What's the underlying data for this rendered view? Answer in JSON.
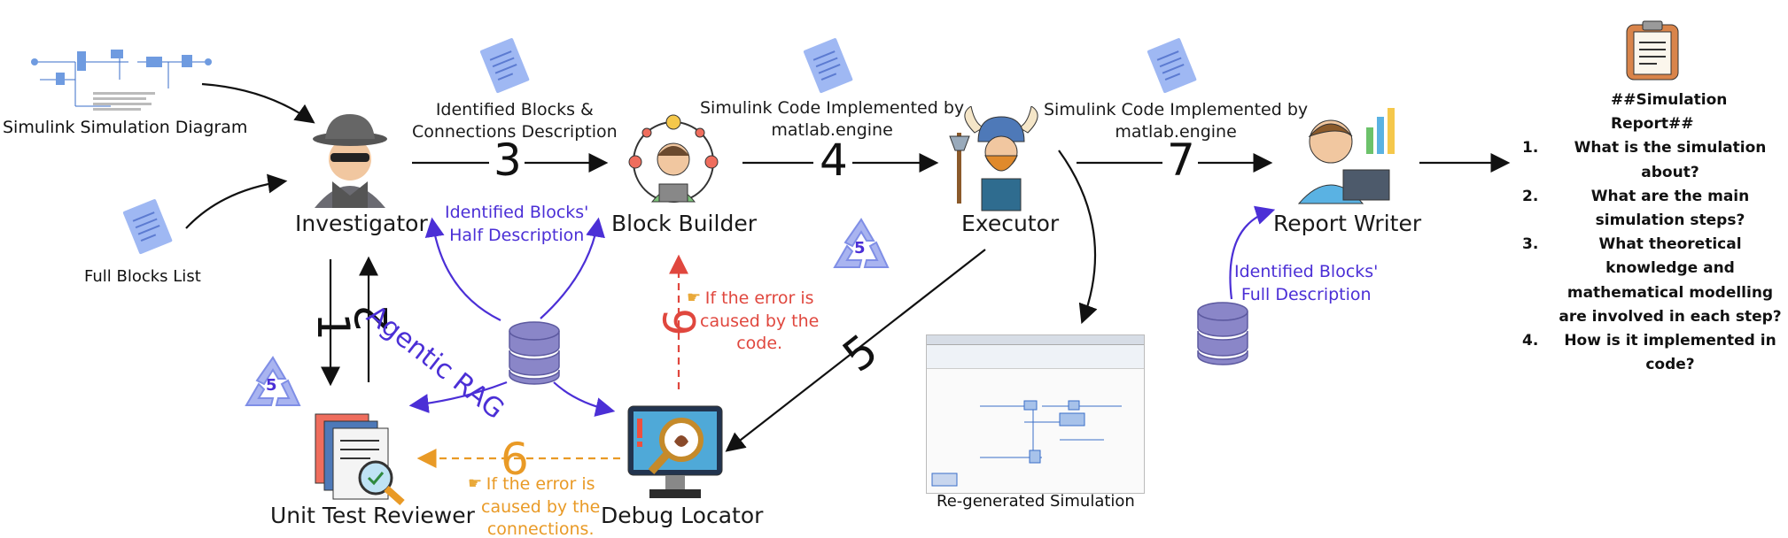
{
  "agents": {
    "investigator": "Investigator",
    "block_builder": "Block Builder",
    "executor": "Executor",
    "report_writer": "Report Writer",
    "unit_test_reviewer": "Unit Test Reviewer",
    "debug_locator": "Debug Locator"
  },
  "inputs": {
    "simulink_diagram": "Simulink Simulation Diagram",
    "full_blocks_list": "Full Blocks List",
    "regenerated_simulation": "Re-generated Simulation"
  },
  "edges": {
    "identified_blocks_connections": "Identified Blocks &\nConnections Description",
    "simulink_code_1": "Simulink Code Implemented by\nmatlab.engine",
    "simulink_code_2": "Simulink Code Implemented by\nmatlab.engine",
    "half_description": "Identified Blocks'\nHalf Description",
    "full_description": "Identified Blocks'\nFull Description",
    "agentic_rag": "Agentic RAG",
    "error_code": "If the error is\ncaused by the\ncode.",
    "error_connections": "If the error is\ncaused by the\nconnections."
  },
  "steps": {
    "s1": "1",
    "s2": "2",
    "s3": "3",
    "s4": "4",
    "s5": "5",
    "s6a": "6",
    "s6b": "6",
    "s7": "7",
    "loop_a": "5",
    "loop_b": "5"
  },
  "report": {
    "title": "##Simulation Report##",
    "items": [
      {
        "n": "1.",
        "t": "What is the simulation about?"
      },
      {
        "n": "2.",
        "t": "What are the main simulation steps?"
      },
      {
        "n": "3.",
        "t": "What theoretical knowledge and mathematical modelling are involved in each step?"
      },
      {
        "n": "4.",
        "t": "How is it implemented in code?"
      }
    ]
  },
  "colors": {
    "purple": "#4b2fd6",
    "red": "#e0473e",
    "orange": "#e99a26",
    "doc_blue": "#9fb8f3"
  }
}
